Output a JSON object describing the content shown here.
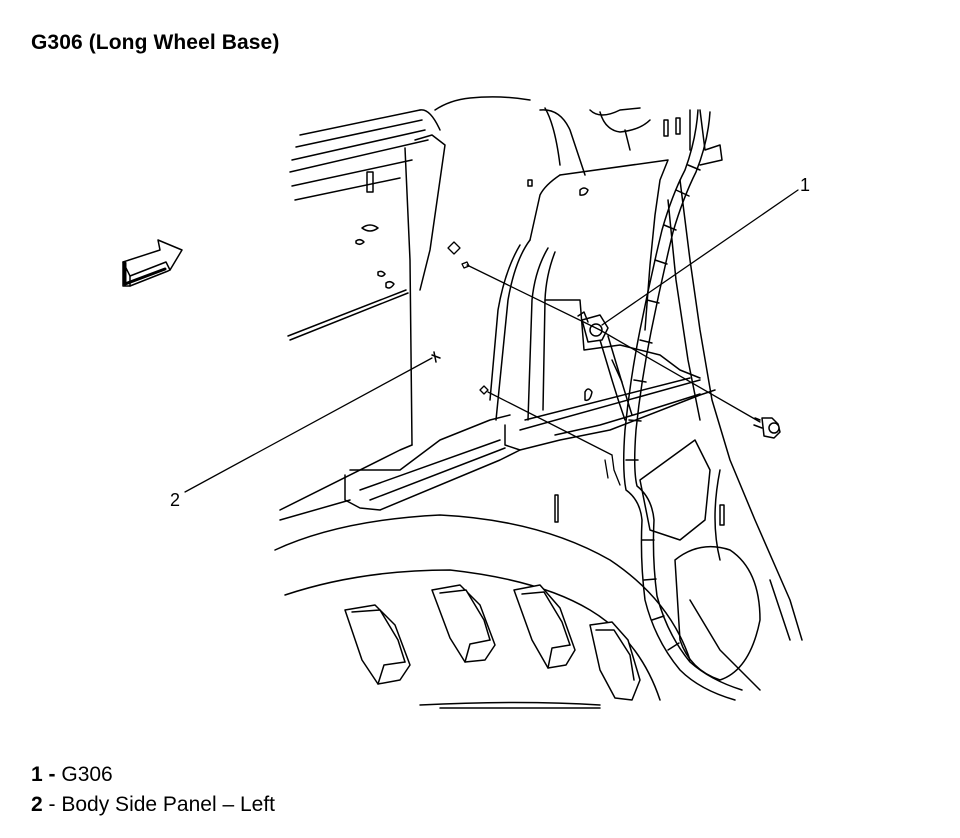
{
  "title": "G306 (Long Wheel Base)",
  "callouts": [
    "1",
    "2"
  ],
  "legend": [
    {
      "number": "1",
      "separator": " - ",
      "text": "G306"
    },
    {
      "number": "2",
      "separator": " - ",
      "text": "Body Side Panel – Left"
    }
  ]
}
